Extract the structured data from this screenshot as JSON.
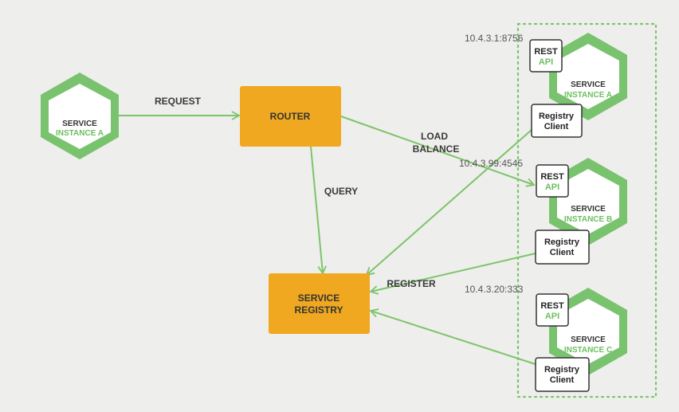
{
  "colors": {
    "green": "#79c36e",
    "green_text": "#6cbf5f",
    "orange": "#f0a820",
    "background": "#eeeeec",
    "line": "#7dc46b"
  },
  "client": {
    "line1": "SERVICE",
    "line2": "INSTANCE A"
  },
  "router": {
    "label": "ROUTER"
  },
  "registry": {
    "line1": "SERVICE",
    "line2": "REGISTRY"
  },
  "edges": {
    "request": "REQUEST",
    "query": "QUERY",
    "load_line1": "LOAD",
    "load_line2": "BALANCE",
    "register": "REGISTER"
  },
  "instances": [
    {
      "address": "10.4.3.1:8756",
      "line1": "SERVICE",
      "line2": "INSTANCE A",
      "rest": "REST",
      "api": "API",
      "client_line1": "Registry",
      "client_line2": "Client"
    },
    {
      "address": "10.4.3.99:4545",
      "line1": "SERVICE",
      "line2": "INSTANCE B",
      "rest": "REST",
      "api": "API",
      "client_line1": "Registry",
      "client_line2": "Client"
    },
    {
      "address": "10.4.3.20:333",
      "line1": "SERVICE",
      "line2": "INSTANCE C",
      "rest": "REST",
      "api": "API",
      "client_line1": "Registry",
      "client_line2": "Client"
    }
  ]
}
